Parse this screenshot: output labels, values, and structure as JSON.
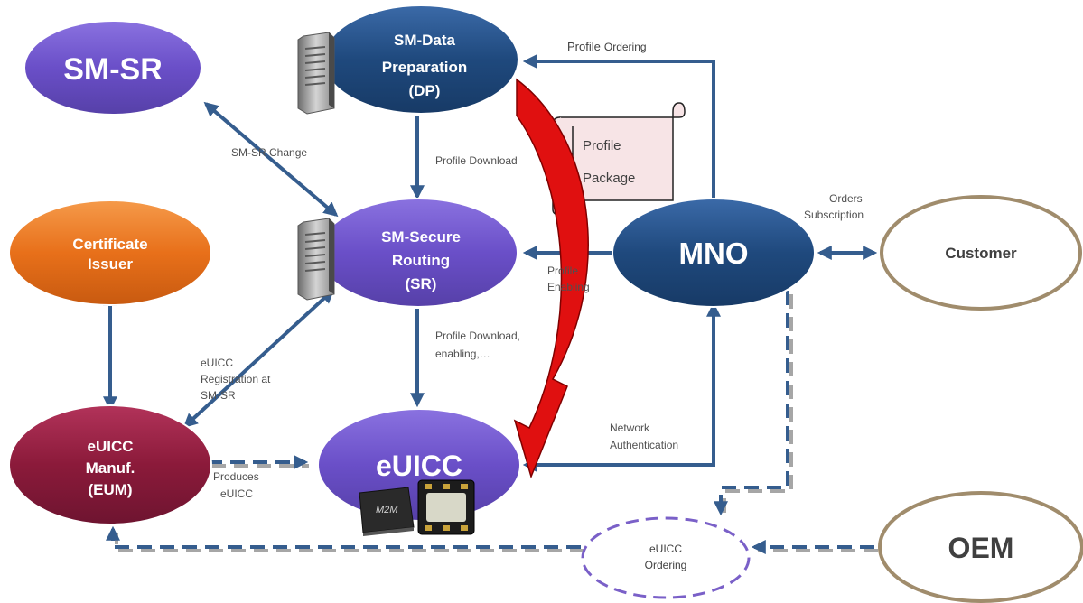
{
  "nodes": {
    "sm_sr": "SM-SR",
    "dp_line1": "SM-Data",
    "dp_line2": "Preparation",
    "dp_line3": "(DP)",
    "sr_line1": "SM-Secure",
    "sr_line2": "Routing",
    "sr_line3": "(SR)",
    "cert_line1": "Certificate",
    "cert_line2": "Issuer",
    "mno": "MNO",
    "customer": "Customer",
    "eum_line1": "eUICC",
    "eum_line2": "Manuf.",
    "eum_line3": "(EUM)",
    "euicc": "eUICC",
    "oem": "OEM",
    "ordering_line1": "eUICC",
    "ordering_line2": "Ordering"
  },
  "package": {
    "line1": "Profile",
    "line2": "Package"
  },
  "chips": {
    "m2m": "M2M"
  },
  "edges": {
    "profile_ordering_word1": "Profile",
    "profile_ordering_word2": "Ordering",
    "sm_sr_change": "SM-SR Change",
    "profile_download": "Profile Download",
    "orders_line1": "Orders",
    "orders_line2": "Subscription",
    "profile_enabling_line1": "Profile",
    "profile_enabling_line2": "Enabling",
    "download_enabling_line1": "Profile Download,",
    "download_enabling_line2": "enabling,…",
    "registration_line1": "eUICC",
    "registration_line2": "Registration at",
    "registration_line3": "SM-SR",
    "network_auth_line1": "Network",
    "network_auth_line2": "Authentication",
    "produces_line1": "Produces",
    "produces_line2": "eUICC"
  },
  "colors": {
    "navy": "#1f497d",
    "purple": "#6a4fc8",
    "orange": "#e8701a",
    "maroon": "#8b1a3a",
    "tan_border": "#a08c6c",
    "arrow_blue": "#355d8e",
    "dashed_gray": "#a6a6a6",
    "red_arrow": "#e01010",
    "package_fill": "#f7e4e6",
    "dashed_purple": "#7a60c8"
  }
}
